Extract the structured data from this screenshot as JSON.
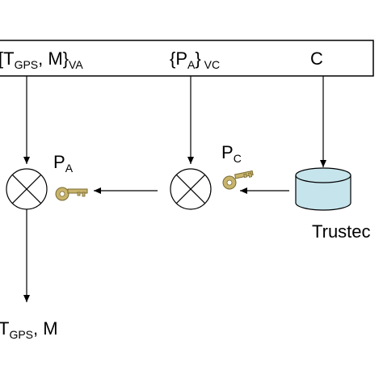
{
  "top_bar": {
    "msg_va": {
      "open": "[T",
      "sub1": "GPS",
      "mid": ", M}",
      "sub2": "VA"
    },
    "msg_vc": {
      "open": "{P",
      "sub1": "A",
      "mid": "}",
      "sub2": " VC"
    },
    "msg_c": "C"
  },
  "keys": {
    "key_a": {
      "main": "P",
      "sub": "A"
    },
    "key_c": {
      "main": "P",
      "sub": "C"
    }
  },
  "storage_label": "Trustec",
  "output": {
    "main": "T",
    "sub": "GPS",
    "tail": ", M"
  },
  "colors": {
    "line": "#000000",
    "cylinder_fill": "#c6e4ec",
    "key_fill": "#c8b46c"
  }
}
